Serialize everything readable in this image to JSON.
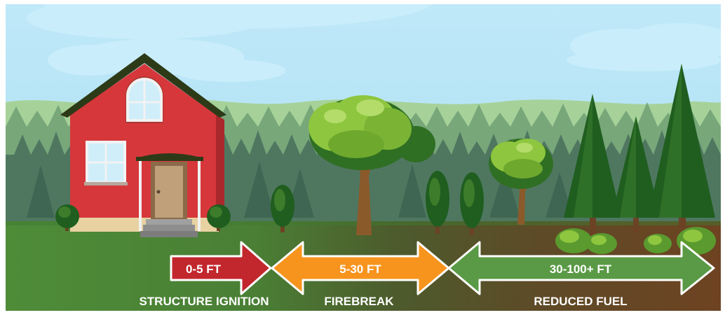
{
  "zones": [
    {
      "range": "0-5 FT",
      "name": "STRUCTURE IGNITION",
      "color": "#c1272d"
    },
    {
      "range": "5-30 FT",
      "name": "FIREBREAK",
      "color": "#f7941d"
    },
    {
      "range": "30-100+ FT",
      "name": "REDUCED FUEL",
      "color": "#5a9a46"
    }
  ],
  "colors": {
    "sky": "#a6def3",
    "house": "#d6373b",
    "roof": "#2d3a18",
    "lawn": "#4c8a37",
    "soil": "#6b4324",
    "tree_dark": "#1f5e1f",
    "tree_light": "#8ec63f"
  }
}
